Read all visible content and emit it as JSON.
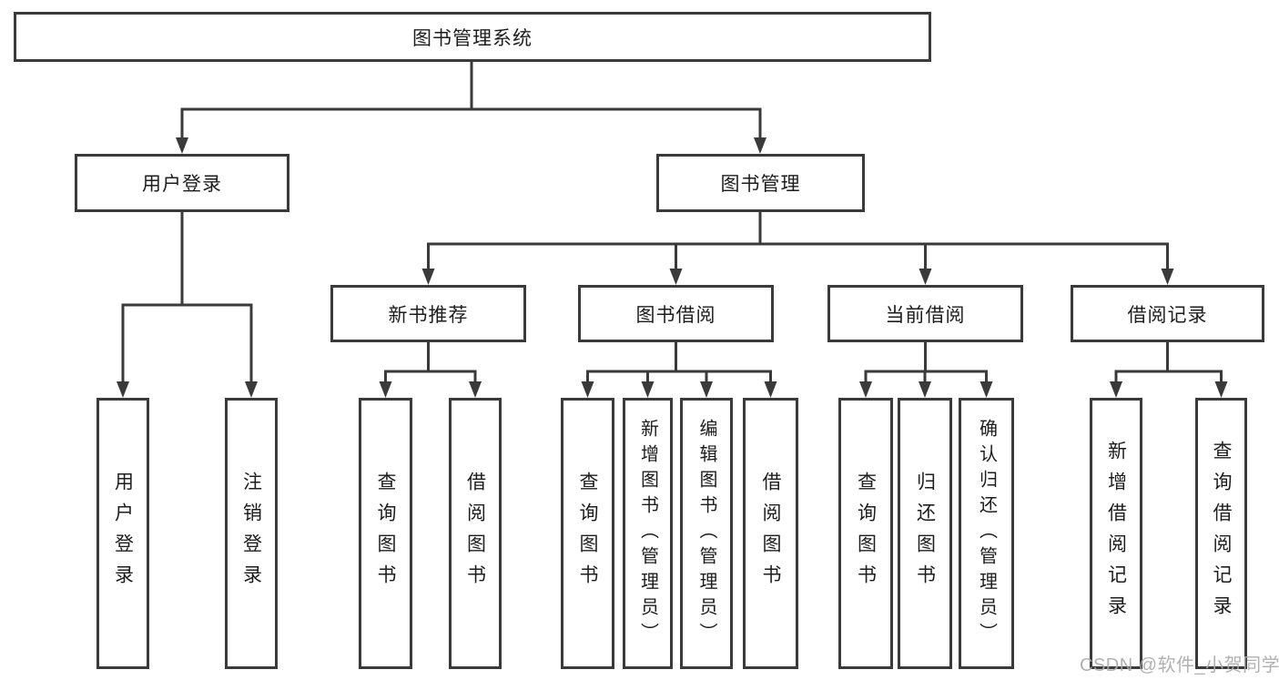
{
  "tree": {
    "root": "图书管理系统",
    "children": [
      {
        "label": "用户登录",
        "children": [
          "用户登录",
          "注销登录"
        ]
      },
      {
        "label": "图书管理",
        "children": [
          {
            "label": "新书推荐",
            "children": [
              "查询图书",
              "借阅图书"
            ]
          },
          {
            "label": "图书借阅",
            "children": [
              "查询图书",
              "新增图书（管理员）",
              "编辑图书（管理员）",
              "借阅图书"
            ]
          },
          {
            "label": "当前借阅",
            "children": [
              "查询图书",
              "归还图书",
              "确认归还（管理员）"
            ]
          },
          {
            "label": "借阅记录",
            "children": [
              "新增借阅记录",
              "查询借阅记录"
            ]
          }
        ]
      }
    ]
  },
  "watermark": {
    "text": "CSDN @软件_小贺同学"
  },
  "colors": {
    "line": "#3a3a3a",
    "text": "#1d1d1d",
    "watermark": "#ababab"
  }
}
